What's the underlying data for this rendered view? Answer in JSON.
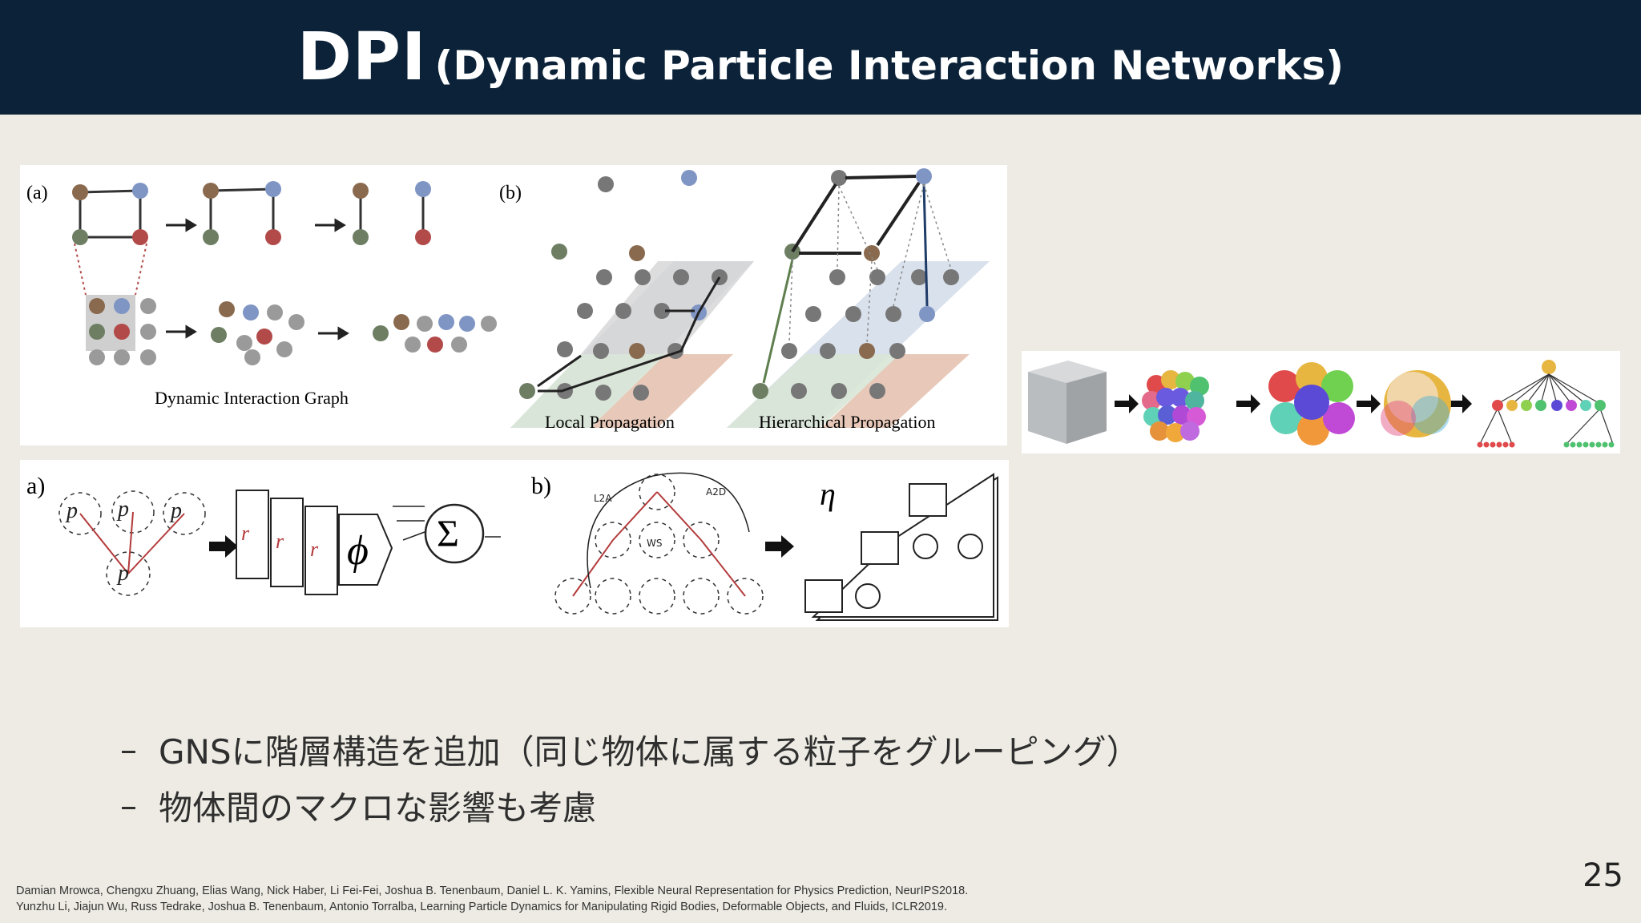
{
  "slide": {
    "title_main": "DPI",
    "title_sub": "(Dynamic Particle Interaction Networks)",
    "page_number": "25"
  },
  "figure_top": {
    "panel_a_label": "(a)",
    "panel_b_label": "(b)",
    "caption_a": "Dynamic Interaction Graph",
    "caption_local": "Local Propagation",
    "caption_hier": "Hierarchical Propagation"
  },
  "figure_bottom": {
    "panel_a_label": "a)",
    "panel_b_label": "b)",
    "eta": "η",
    "phi": "ϕ",
    "sigma": "Σ",
    "labels": {
      "l2a": "L2A",
      "a2d": "A2D",
      "ws": "WS"
    }
  },
  "bullets": [
    "GNSに階層構造を追加（同じ物体に属する粒子をグルーピング）",
    "物体間のマクロな影響も考慮"
  ],
  "bullet_dash": "–",
  "references": [
    "Damian Mrowca, Chengxu Zhuang, Elias Wang, Nick Haber, Li Fei-Fei, Joshua B. Tenenbaum, Daniel L. K. Yamins, Flexible Neural Representation for Physics Prediction, NeurIPS2018.",
    "Yunzhu Li, Jiajun Wu, Russ Tedrake, Joshua B. Tenenbaum, Antonio Torralba, Learning Particle Dynamics for Manipulating Rigid Bodies, Deformable Objects, and Fluids, ICLR2019."
  ],
  "colors": {
    "header_bg": "#0b2239",
    "slide_bg": "#edebe3",
    "particle_brown": "#8a6a4e",
    "particle_blue": "#7f95c4",
    "particle_green": "#6d7e63",
    "particle_red": "#b34a4a",
    "particle_gray": "#9a9a9a",
    "accent_red": "#b33a3a"
  }
}
